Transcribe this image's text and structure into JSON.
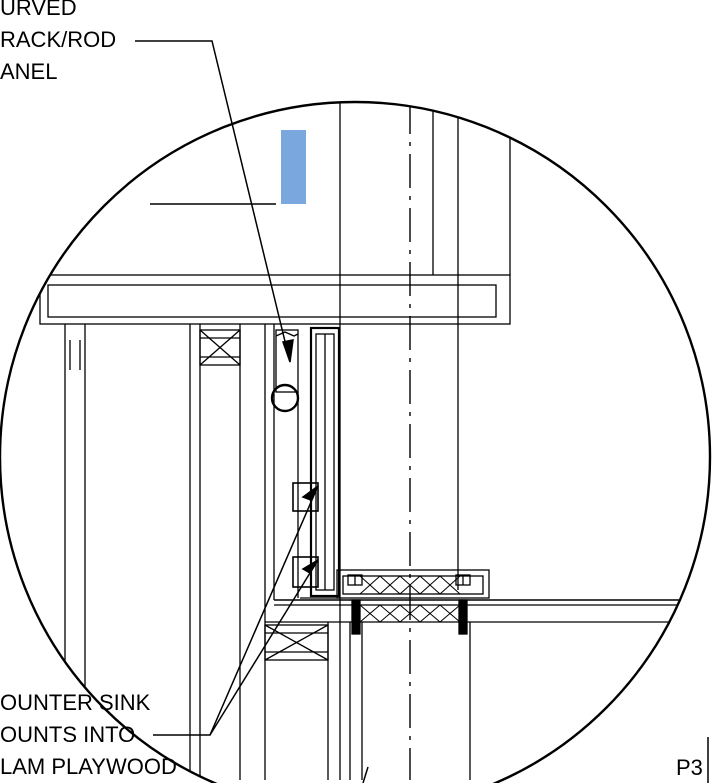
{
  "callouts": {
    "top_left": [
      "URVED",
      "RACK/ROD",
      "ANEL"
    ],
    "bottom_left": [
      "OUNTER SINK",
      "OUNTS INTO",
      "LAM PLAYWOOD"
    ],
    "sheet_ref": "P3"
  },
  "colors": {
    "line": "#000000",
    "highlight_blue": "#7aa7dd",
    "background": "#ffffff"
  }
}
